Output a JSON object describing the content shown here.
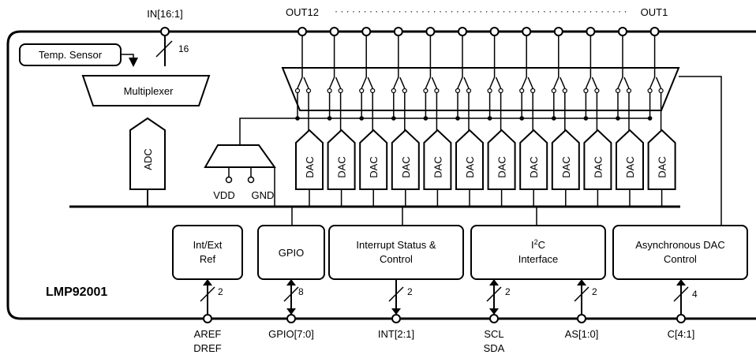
{
  "pins_top": {
    "in": "IN[16:1]",
    "out_left": "OUT12",
    "out_right": "OUT1",
    "dots": "· · · · · · · · · · · · · · · · · · · · · · · · · · · · · · · · · · · · · · · · · · · · · · · · · · ·"
  },
  "bus_widths": {
    "in": "16",
    "aref": "2",
    "gpio": "8",
    "int": "2",
    "i2c": "2",
    "as": "2",
    "c": "4"
  },
  "blocks": {
    "temp_sensor": "Temp. Sensor",
    "multiplexer": "Multiplexer",
    "adc": "ADC",
    "dac": "DAC",
    "vdd": "VDD",
    "gnd": "GND",
    "ref_line1": "Int/Ext",
    "ref_line2": "Ref",
    "gpio": "GPIO",
    "int_line1": "Interrupt Status &",
    "int_line2": "Control",
    "i2c_line1_main": "I",
    "i2c_line1_sup": "2",
    "i2c_line1_rest": "C",
    "i2c_line2": "Interface",
    "async_line1": "Asynchronous DAC",
    "async_line2": "Control"
  },
  "chip_name": "LMP92001",
  "pins_bottom": {
    "aref": "AREF",
    "dref": "DREF",
    "gpio": "GPIO[7:0]",
    "int": "INT[2:1]",
    "scl": "SCL",
    "sda": "SDA",
    "as": "AS[1:0]",
    "c": "C[4:1]"
  },
  "colors": {
    "line": "#000000",
    "background": "#ffffff"
  }
}
